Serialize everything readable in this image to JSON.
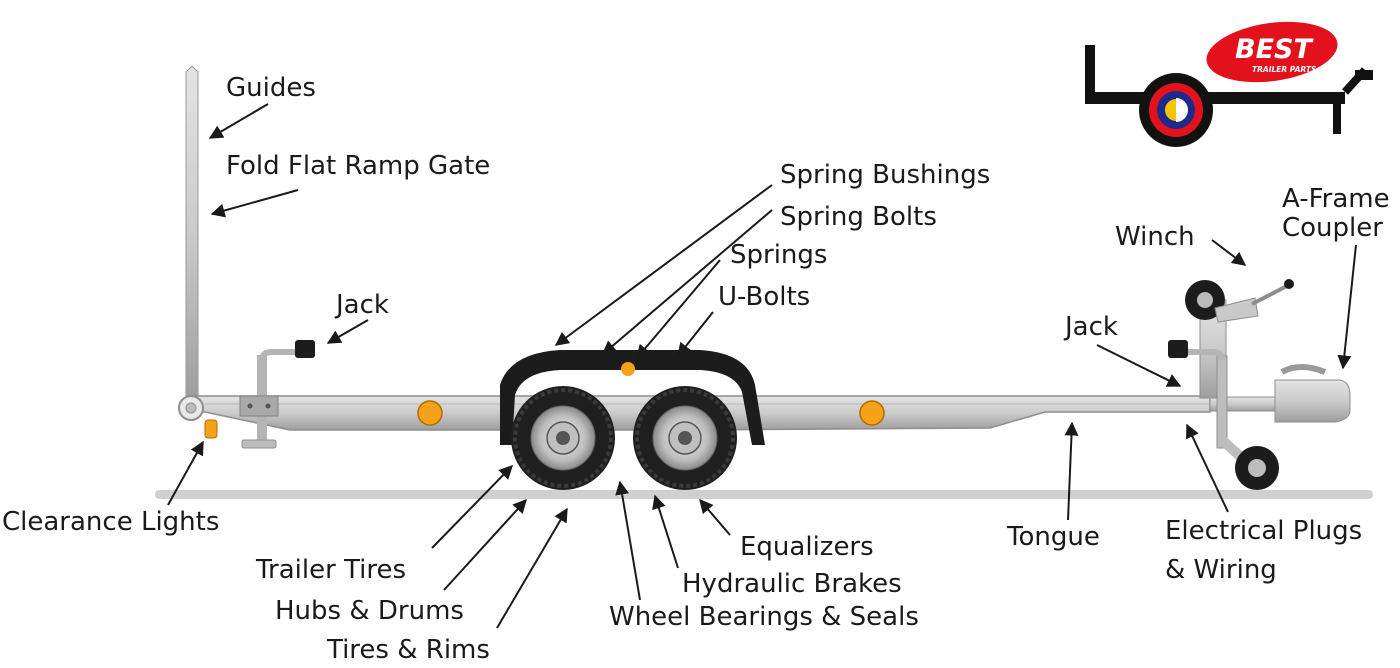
{
  "logo": {
    "brand": "BEST",
    "tagline": "TRAILER PARTS",
    "colors": {
      "red": "#e3111b",
      "black": "#111111",
      "blue": "#1b2a8c",
      "yellow": "#f5c400",
      "white": "#ffffff"
    }
  },
  "labels": {
    "guides": "Guides",
    "fold_flat_ramp_gate": "Fold Flat Ramp Gate",
    "jack_rear": "Jack",
    "clearance_lights": "Clearance Lights",
    "spring_bushings": "Spring Bushings",
    "spring_bolts": "Spring Bolts",
    "springs": "Springs",
    "u_bolts": "U-Bolts",
    "trailer_tires": "Trailer Tires",
    "hubs_drums": "Hubs & Drums",
    "tires_rims": "Tires & Rims",
    "equalizers": "Equalizers",
    "hydraulic_brakes": "Hydraulic Brakes",
    "wheel_bearings_seals": "Wheel Bearings & Seals",
    "winch": "Winch",
    "jack_front": "Jack",
    "a_frame_coupler_line1": "A-Frame",
    "a_frame_coupler_line2": "Coupler",
    "tongue": "Tongue",
    "electrical_plugs_line1": "Electrical Plugs",
    "electrical_plugs_line2": "& Wiring"
  },
  "colors": {
    "frame_silver": "#c9c9c9",
    "frame_edge": "#8e8e8e",
    "ground": "#cfcfcf",
    "fender": "#1c1c1c",
    "reflector_amber": "#f5a21a",
    "text": "#1a1a1a"
  }
}
